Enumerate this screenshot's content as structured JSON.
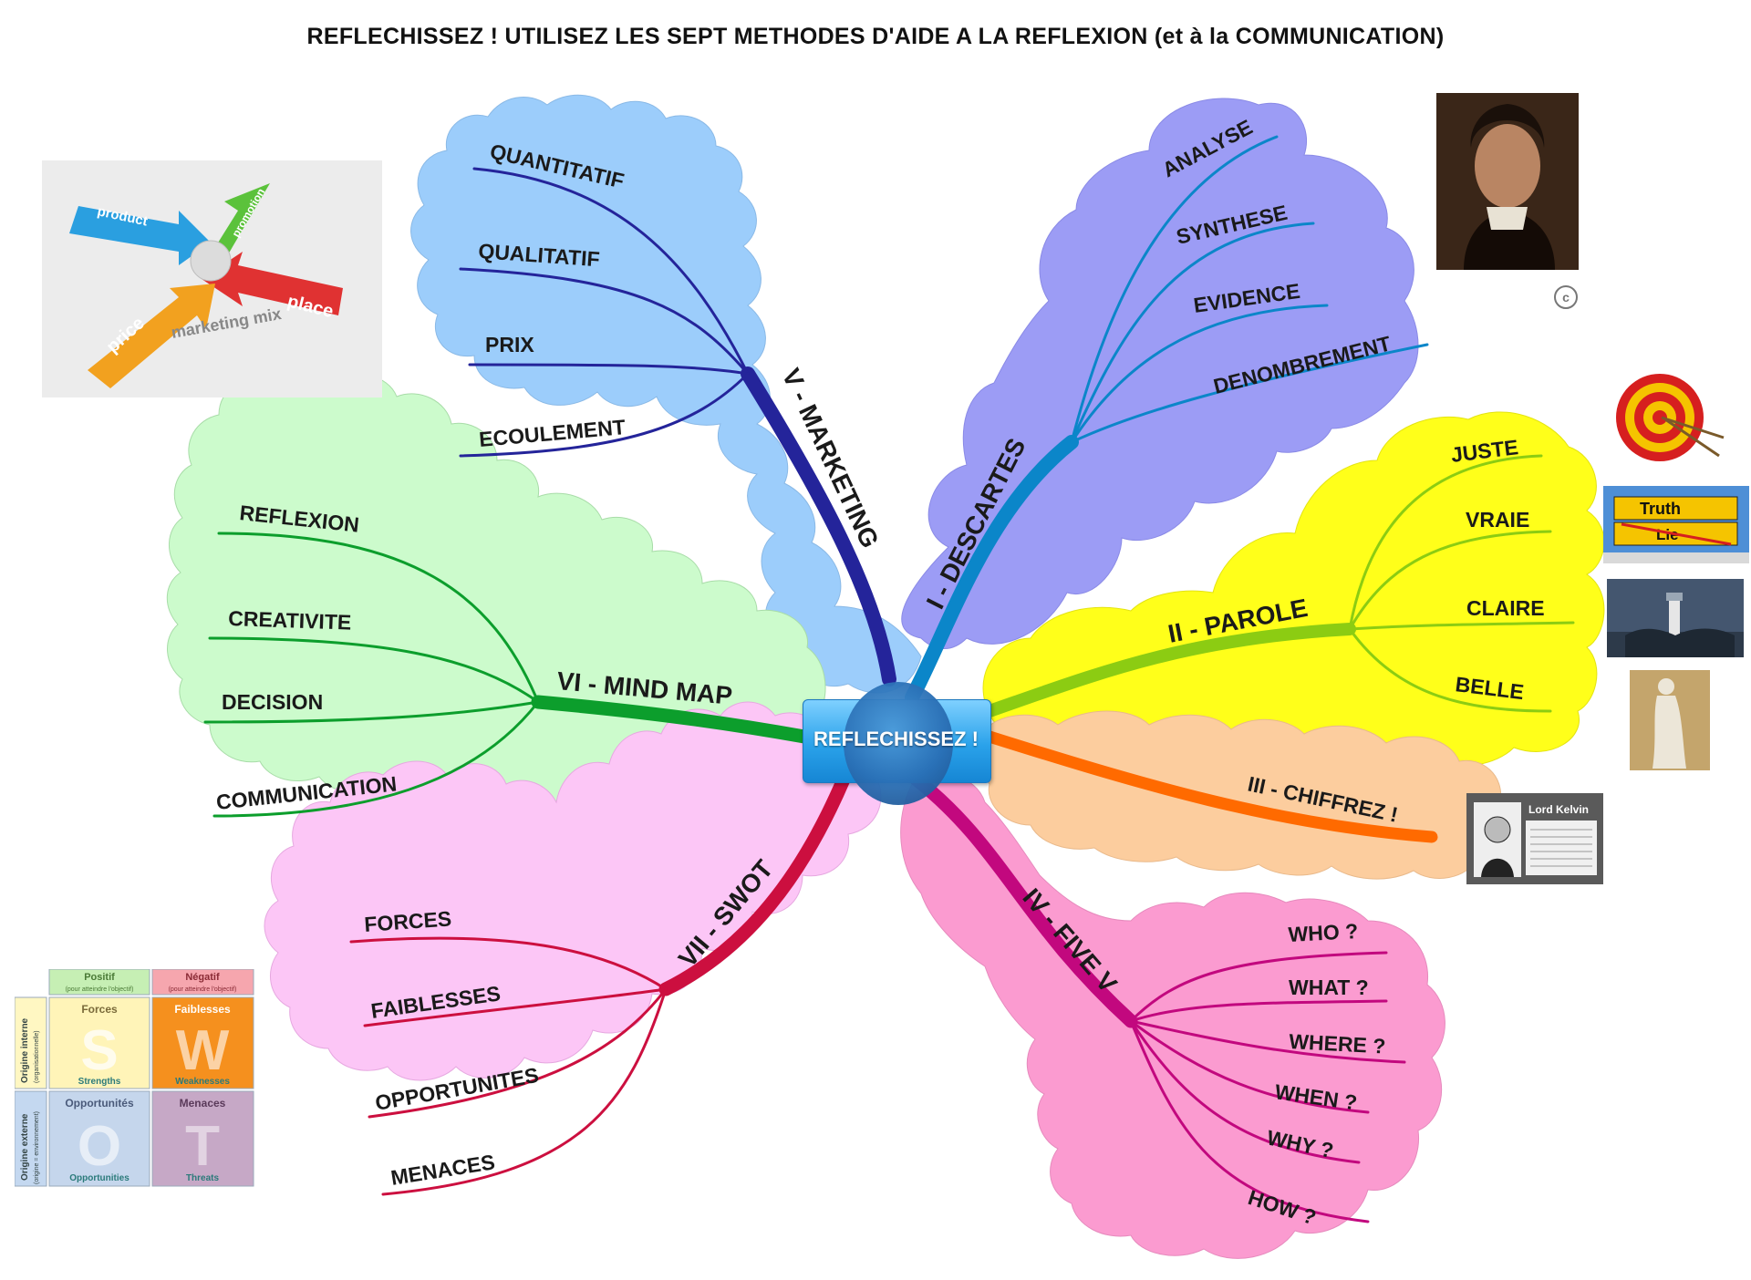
{
  "title": "REFLECHISSEZ ! UTILISEZ LES SEPT METHODES D'AIDE A LA REFLEXION (et à la COMMUNICATION)",
  "center": "REFLECHISSEZ !",
  "branches": {
    "descartes": {
      "label": "I - DESCARTES",
      "color": "#0b86c9",
      "cloud": "#9c9cf5",
      "items": [
        "ANALYSE",
        "SYNTHESE",
        "EVIDENCE",
        "DENOMBREMENT"
      ]
    },
    "parole": {
      "label": "II - PAROLE",
      "color": "#8ccc12",
      "cloud": "#ffff1a",
      "items": [
        "JUSTE",
        "VRAIE",
        "CLAIRE",
        "BELLE"
      ]
    },
    "chiffrez": {
      "label": "III - CHIFFREZ !",
      "color": "#ff6a00",
      "cloud": "#fccd9e",
      "items": []
    },
    "fivev": {
      "label": "IV - FIVE V",
      "color": "#c2087e",
      "cloud": "#fb9bd0",
      "items": [
        "WHO ?",
        "WHAT ?",
        "WHERE ?",
        "WHEN ?",
        "WHY ?",
        "HOW ?"
      ]
    },
    "marketing": {
      "label": "V - MARKETING",
      "color": "#24249a",
      "cloud": "#9ccdfb",
      "items": [
        "QUANTITATIF",
        "QUALITATIF",
        "PRIX",
        "ECOULEMENT"
      ]
    },
    "mindmap": {
      "label": "VI - MIND MAP",
      "color": "#0c9e2c",
      "cloud": "#ccfbcc",
      "items": [
        "REFLEXION",
        "CREATIVITE",
        "DECISION",
        "COMMUNICATION"
      ]
    },
    "swot": {
      "label": "VII - SWOT",
      "color": "#cc0f3f",
      "cloud": "#fcc6f6",
      "items": [
        "FORCES",
        "FAIBLESSES",
        "OPPORTUNITES",
        "MENACES"
      ]
    }
  },
  "marketing_mix": {
    "product": "product",
    "promotion": "promotion",
    "place": "place",
    "price": "price",
    "caption": "marketing mix"
  },
  "truth_sign": {
    "truth": "Truth",
    "lie": "Lie"
  },
  "kelvin": {
    "name": "Lord Kelvin"
  },
  "swot_grid": {
    "positif": "Positif",
    "positif_sub": "(pour atteindre l'objectif)",
    "negatif": "Négatif",
    "negatif_sub": "(pour atteindre l'objectif)",
    "interne": "Origine interne",
    "interne_sub": "(organisationnelle)",
    "externe": "Origine externe",
    "externe_sub": "(origine = environnement)",
    "forces": "Forces",
    "faiblesses": "Faiblesses",
    "opportunites": "Opportunités",
    "menaces": "Menaces",
    "S": "S",
    "W": "W",
    "O": "O",
    "T": "T",
    "strengths": "Strengths",
    "weaknesses": "Weaknesses",
    "opportunities": "Opportunities",
    "threats": "Threats"
  }
}
